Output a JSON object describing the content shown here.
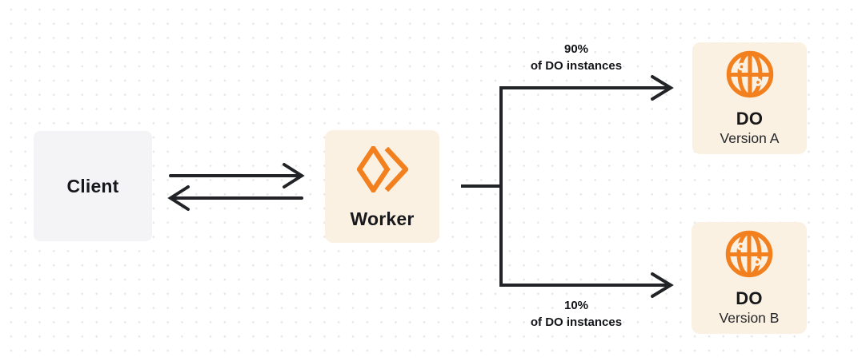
{
  "colors": {
    "background": "#ffffff",
    "dot_grid": "#e7e7ea",
    "client_box_bg": "#f4f4f6",
    "orange_card_bg": "#fbf1e2",
    "accent_orange": "#f2801f",
    "connector_line": "#212326",
    "text_primary": "#17181b"
  },
  "nodes": {
    "client": {
      "label": "Client"
    },
    "worker": {
      "label": "Worker",
      "icon": "workers-logo-icon"
    },
    "do_version_a": {
      "title": "DO",
      "subtitle": "Version A",
      "icon": "globe-icon"
    },
    "do_version_b": {
      "title": "DO",
      "subtitle": "Version B",
      "icon": "globe-icon"
    }
  },
  "edges": {
    "client_worker": {
      "direction": "bidirectional"
    },
    "worker_do_a": {
      "label_line1": "90%",
      "label_line2": "of DO instances"
    },
    "worker_do_b": {
      "label_line1": "10%",
      "label_line2": "of DO instances"
    }
  }
}
